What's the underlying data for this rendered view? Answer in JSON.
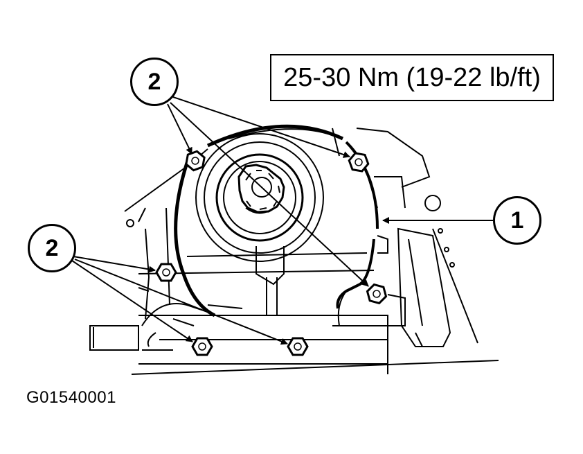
{
  "torque_spec": "25-30 Nm (19-22 lb/ft)",
  "callouts": {
    "upper_bolts": "2",
    "lower_bolts": "2",
    "cover": "1"
  },
  "figure_id": "G01540001",
  "colors": {
    "ink": "#000000",
    "paper": "#ffffff"
  }
}
